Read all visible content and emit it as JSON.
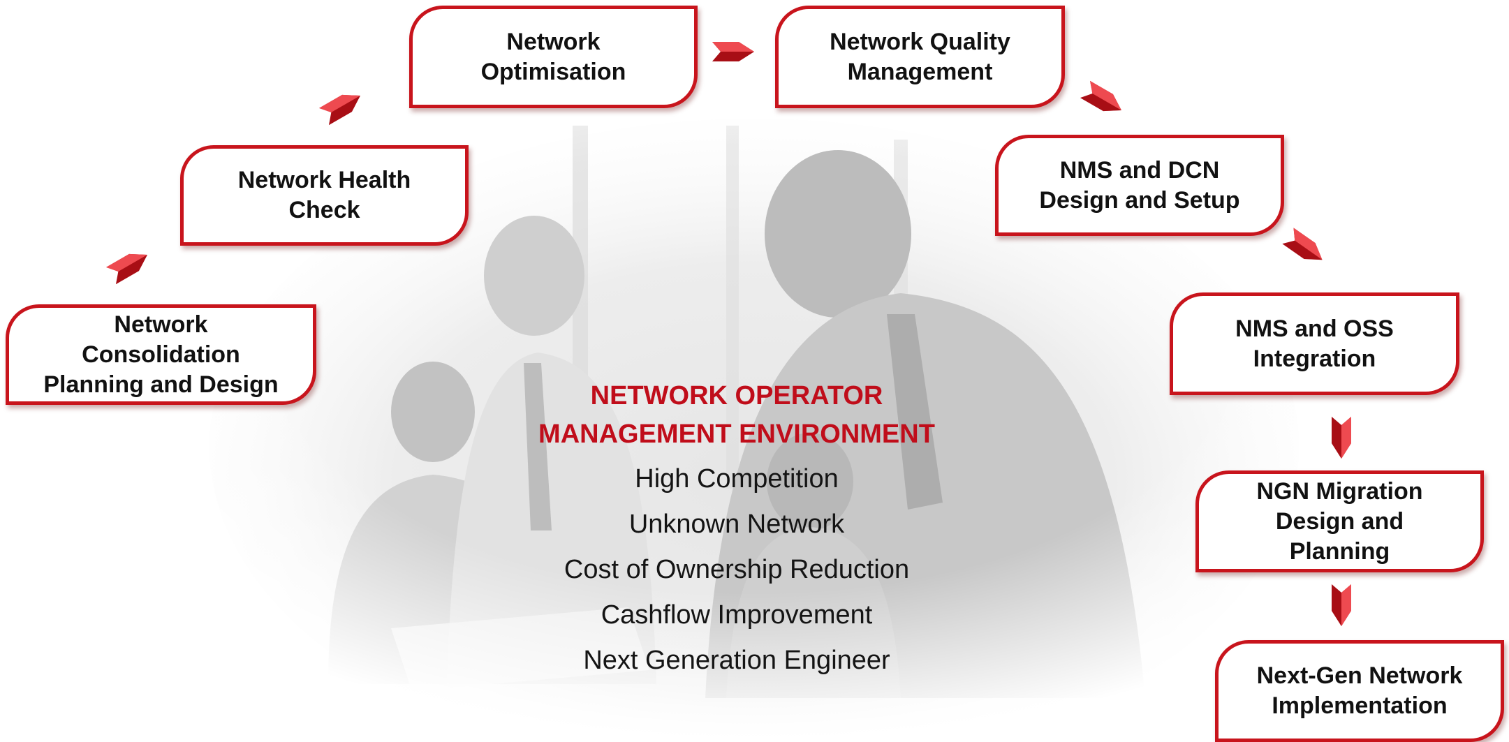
{
  "theme": {
    "accent": "#c8141c",
    "accent_dark": "#8e0a10",
    "accent_light": "#ee4a50",
    "title_color": "#c00d1a",
    "text_color": "#141414"
  },
  "steps": [
    {
      "label": "Network\nConsolidation\nPlanning and Design"
    },
    {
      "label": "Network Health\nCheck"
    },
    {
      "label": "Network\nOptimisation"
    },
    {
      "label": "Network Quality\nManagement"
    },
    {
      "label": "NMS and DCN\nDesign and Setup"
    },
    {
      "label": "NMS and OSS\nIntegration"
    },
    {
      "label": "NGN Migration\nDesign and\nPlanning"
    },
    {
      "label": "Next-Gen Network\nImplementation"
    }
  ],
  "center": {
    "title": "NETWORK OPERATOR\nMANAGEMENT ENVIRONMENT",
    "factors": [
      "High Competition",
      "Unknown Network",
      "Cost of Ownership Reduction",
      "Cashflow Improvement",
      "Next Generation Engineer"
    ]
  },
  "icons": {
    "arrow": "chevron-arrow-icon",
    "photo": "office-meeting-photo"
  }
}
